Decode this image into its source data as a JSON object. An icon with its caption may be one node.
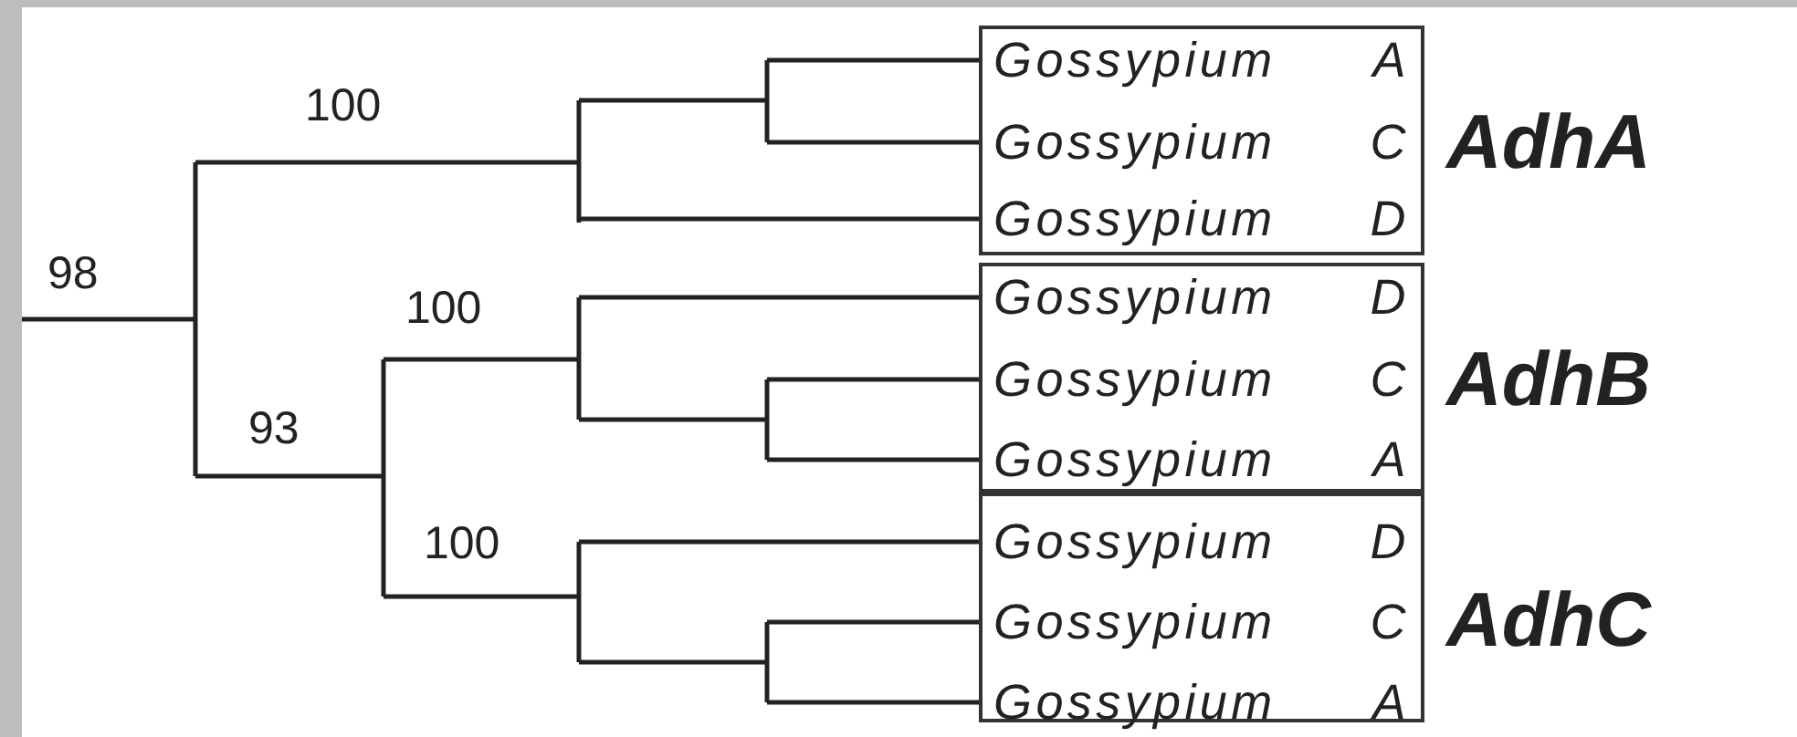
{
  "diagram": {
    "nodes": [
      {
        "text": [],
        "shape": "box",
        "beside": [
          "AdhA"
        ]
      },
      {
        "text": [
          "*Gossypium* A"
        ],
        "in": 0
      },
      {
        "text": [
          "*Gossypium* C"
        ],
        "in": 0
      },
      {
        "text": [
          "*Gossypium* D"
        ],
        "in": 0
      },
      {
        "text": [],
        "shape": "box",
        "beside": [
          "AdhB"
        ]
      },
      {
        "text": [
          "*Gossypium* D"
        ],
        "in": 4
      },
      {
        "text": [
          "*Gossypium* C"
        ],
        "in": 4
      },
      {
        "text": [
          "*Gossypium* A"
        ],
        "in": 4
      },
      {
        "text": [],
        "shape": "box",
        "beside": [
          "AdhC"
        ]
      },
      {
        "text": [
          "*Gossypium* D"
        ],
        "in": 8
      },
      {
        "text": [
          "*Gossypium* C"
        ],
        "in": 8
      },
      {
        "text": [
          "*Gossypium* A"
        ],
        "in": 8
      }
    ],
    "edges": [
      {
        "from": null,
        "to": 1,
        "arrow": "none"
      },
      {
        "from": null,
        "to": 2,
        "arrow": "none"
      },
      {
        "from": null,
        "to": 3,
        "arrow": "none"
      },
      {
        "from": null,
        "to": 5,
        "arrow": "none"
      },
      {
        "from": null,
        "to": 6,
        "arrow": "none"
      },
      {
        "from": null,
        "to": 7,
        "arrow": "none"
      },
      {
        "from": null,
        "to": 9,
        "arrow": "none"
      },
      {
        "from": null,
        "to": 10,
        "arrow": "none"
      },
      {
        "from": null,
        "to": 11,
        "arrow": "none"
      }
    ],
    "labels": [
      "100",
      "98",
      "100",
      "93",
      "100"
    ]
  }
}
